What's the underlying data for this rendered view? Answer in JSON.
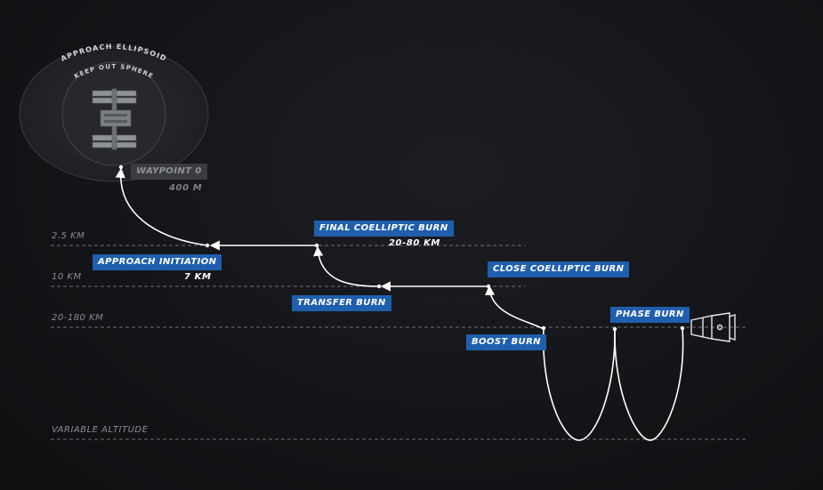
{
  "zones": {
    "outer_label": "APPROACH ELLIPSOID",
    "inner_label": "KEEP OUT SPHERE"
  },
  "altitudes": [
    {
      "id": "alt-2-5km",
      "label": "2.5 KM"
    },
    {
      "id": "alt-10km",
      "label": "10 KM"
    },
    {
      "id": "alt-20-180km",
      "label": "20-180 KM"
    },
    {
      "id": "alt-variable",
      "label": "VARIABLE ALTITUDE"
    }
  ],
  "events": {
    "waypoint": {
      "label": "WAYPOINT 0",
      "distance": "400 M"
    },
    "approach_initiation": {
      "label": "APPROACH INITIATION",
      "distance": "7 KM"
    },
    "final_coelliptic": {
      "label": "FINAL COELLIPTIC BURN",
      "distance": "20-80 KM"
    },
    "transfer": {
      "label": "TRANSFER BURN"
    },
    "close_coelliptic": {
      "label": "CLOSE COELLIPTIC BURN"
    },
    "boost": {
      "label": "BOOST BURN"
    },
    "phase": {
      "label": "PHASE BURN"
    }
  },
  "colors": {
    "background": "#141518",
    "label_fill": "#1f5fae",
    "path": "#ffffff",
    "dashed_line": "#6b6e74"
  },
  "icons": {
    "station": "space-station-icon",
    "capsule": "dragon-capsule-icon"
  }
}
